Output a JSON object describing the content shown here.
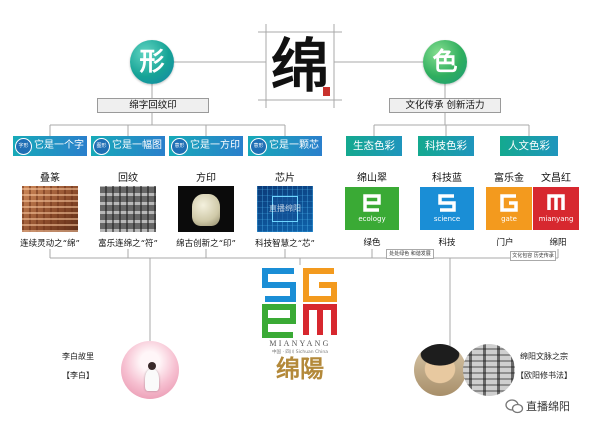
{
  "header": {
    "main_char": "绵"
  },
  "form": {
    "char": "形",
    "summary": "绵字回纹印",
    "tabs": [
      {
        "badge": "字形",
        "label": "它是一个字"
      },
      {
        "badge": "图形",
        "label": "它是一幅图"
      },
      {
        "badge": "意形",
        "label": "它是一方印"
      },
      {
        "badge": "意形",
        "label": "它是一颗芯"
      }
    ],
    "items": [
      {
        "name": "叠篆",
        "caption": "连续灵动之“绵”"
      },
      {
        "name": "回纹",
        "caption": "富乐连绵之“符”"
      },
      {
        "name": "方印",
        "caption": "绵古创新之“印”"
      },
      {
        "name": "芯片",
        "caption": "科技智慧之“芯”",
        "watermark": "直播绵阳"
      }
    ]
  },
  "color": {
    "char": "色",
    "summary": "文化传承 创新活力",
    "tabs": [
      "生态色彩",
      "科技色彩",
      "人文色彩"
    ],
    "items": [
      {
        "name": "绵山翠",
        "word": "ecology",
        "meaning": "绿色",
        "color": "#3aaa35"
      },
      {
        "name": "科技蓝",
        "word": "science",
        "meaning": "科技",
        "color": "#1a8ed6"
      },
      {
        "name": "富乐金",
        "word": "gate",
        "meaning": "门户",
        "color": "#f39a1e"
      },
      {
        "name": "文昌红",
        "word": "mianyang",
        "meaning": "绵阳",
        "color": "#d7282f"
      }
    ],
    "notes": [
      "处处绿色 和谐发展",
      "文化包容 历史传承"
    ]
  },
  "logo": {
    "wordmark": "MIANYANG",
    "region": "中国 · 四川 Sichuan China",
    "calligraphy": "绵陽"
  },
  "heritage": {
    "left": {
      "title": "李白故里",
      "name": "【李白】"
    },
    "right": {
      "title": "绵阳文脉之宗",
      "name": "【欧阳修书法】"
    }
  },
  "footer": {
    "account": "直播绵阳"
  }
}
